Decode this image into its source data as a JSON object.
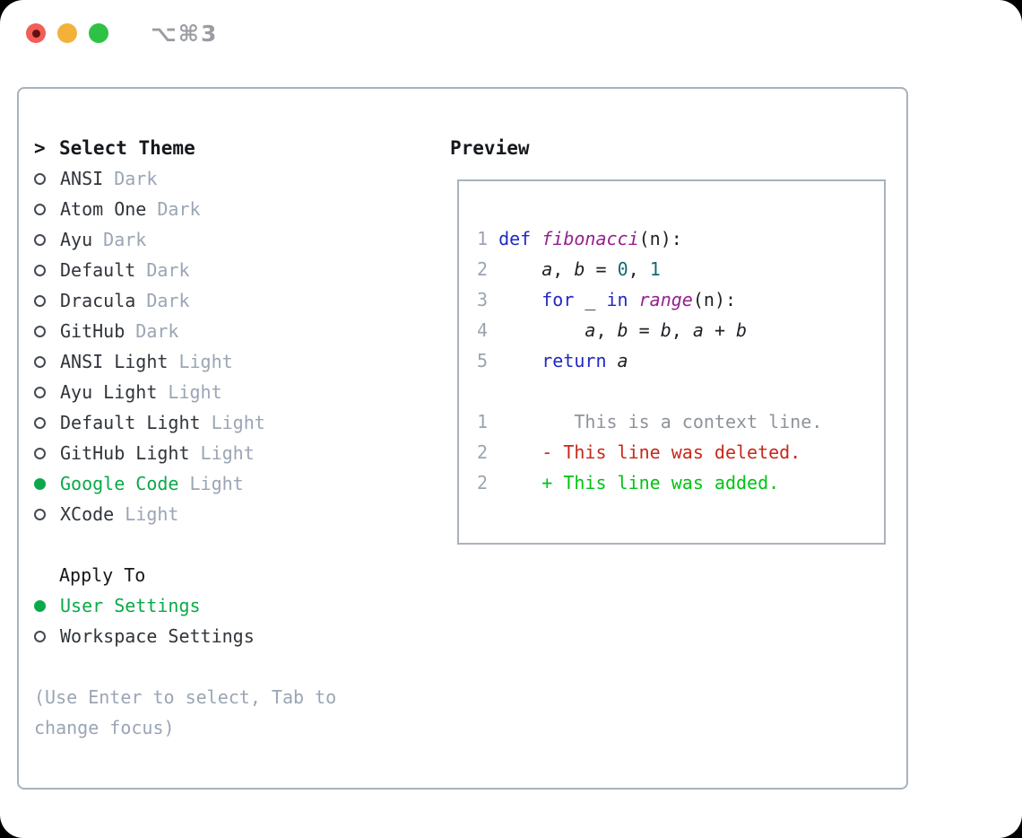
{
  "window": {
    "title": "⌥⌘3",
    "buttons": [
      "close-button",
      "minimize-button",
      "zoom-button"
    ]
  },
  "colors": {
    "close": "#f25e55",
    "minimize": "#f3b13a",
    "zoom": "#2ec245",
    "title_gray": "#9a9da2",
    "border": "#a9b2bc",
    "dark": "#15181c",
    "item": "#30353b",
    "muted": "#9aa5b5",
    "green": "#0ba94a",
    "kw": "#2128c4",
    "fn": "#96218e",
    "lit": "#106c6e",
    "pl": "#1d2126",
    "ln": "#9aa5b1",
    "ctx": "#8e939b",
    "del": "#c8281a",
    "add": "#00c414"
  },
  "theme_panel": {
    "header_prefix": ">",
    "header": "Select Theme",
    "items": [
      {
        "name": "ANSI",
        "tag": "Dark",
        "selected": false
      },
      {
        "name": "Atom One",
        "tag": "Dark",
        "selected": false
      },
      {
        "name": "Ayu",
        "tag": "Dark",
        "selected": false
      },
      {
        "name": "Default",
        "tag": "Dark",
        "selected": false
      },
      {
        "name": "Dracula",
        "tag": "Dark",
        "selected": false
      },
      {
        "name": "GitHub",
        "tag": "Dark",
        "selected": false
      },
      {
        "name": "ANSI Light",
        "tag": "Light",
        "selected": false
      },
      {
        "name": "Ayu Light",
        "tag": "Light",
        "selected": false
      },
      {
        "name": "Default Light",
        "tag": "Light",
        "selected": false
      },
      {
        "name": "GitHub Light",
        "tag": "Light",
        "selected": false
      },
      {
        "name": "Google Code",
        "tag": "Light",
        "selected": true
      },
      {
        "name": "XCode",
        "tag": "Light",
        "selected": false
      }
    ],
    "apply_to_label": "Apply To",
    "apply_options": [
      {
        "label": "User Settings",
        "selected": true
      },
      {
        "label": "Workspace Settings",
        "selected": false
      }
    ],
    "help_lines": [
      "(Use Enter to select, Tab to",
      "change focus)"
    ]
  },
  "preview": {
    "label": "Preview",
    "code_lines": [
      {
        "num": "1",
        "segments": [
          {
            "t": "def",
            "s": "kw"
          },
          {
            "t": " ",
            "s": "pl"
          },
          {
            "t": "fibonacci",
            "s": "fn"
          },
          {
            "t": "(n):",
            "s": "pl"
          }
        ]
      },
      {
        "num": "2",
        "segments": [
          {
            "t": "    ",
            "s": "pl"
          },
          {
            "t": "a",
            "s": "var"
          },
          {
            "t": ", ",
            "s": "pl"
          },
          {
            "t": "b",
            "s": "var"
          },
          {
            "t": " = ",
            "s": "pl"
          },
          {
            "t": "0",
            "s": "lit"
          },
          {
            "t": ", ",
            "s": "pl"
          },
          {
            "t": "1",
            "s": "lit"
          }
        ]
      },
      {
        "num": "3",
        "segments": [
          {
            "t": "    ",
            "s": "pl"
          },
          {
            "t": "for",
            "s": "kw"
          },
          {
            "t": " _ ",
            "s": "pl"
          },
          {
            "t": "in",
            "s": "kw"
          },
          {
            "t": " ",
            "s": "pl"
          },
          {
            "t": "range",
            "s": "fn"
          },
          {
            "t": "(n):",
            "s": "pl"
          }
        ]
      },
      {
        "num": "4",
        "segments": [
          {
            "t": "        ",
            "s": "pl"
          },
          {
            "t": "a",
            "s": "var"
          },
          {
            "t": ", ",
            "s": "pl"
          },
          {
            "t": "b",
            "s": "var"
          },
          {
            "t": " = ",
            "s": "pl"
          },
          {
            "t": "b",
            "s": "var"
          },
          {
            "t": ", ",
            "s": "pl"
          },
          {
            "t": "a",
            "s": "var"
          },
          {
            "t": " + ",
            "s": "pl"
          },
          {
            "t": "b",
            "s": "var"
          }
        ]
      },
      {
        "num": "5",
        "segments": [
          {
            "t": "    ",
            "s": "pl"
          },
          {
            "t": "return",
            "s": "kw"
          },
          {
            "t": " ",
            "s": "pl"
          },
          {
            "t": "a",
            "s": "var"
          }
        ]
      }
    ],
    "diff_lines": [
      {
        "num": "1",
        "style": "ctx",
        "text": "       This is a context line."
      },
      {
        "num": "2",
        "style": "del",
        "text": "    - This line was deleted."
      },
      {
        "num": "2",
        "style": "add",
        "text": "    + This line was added."
      }
    ]
  }
}
